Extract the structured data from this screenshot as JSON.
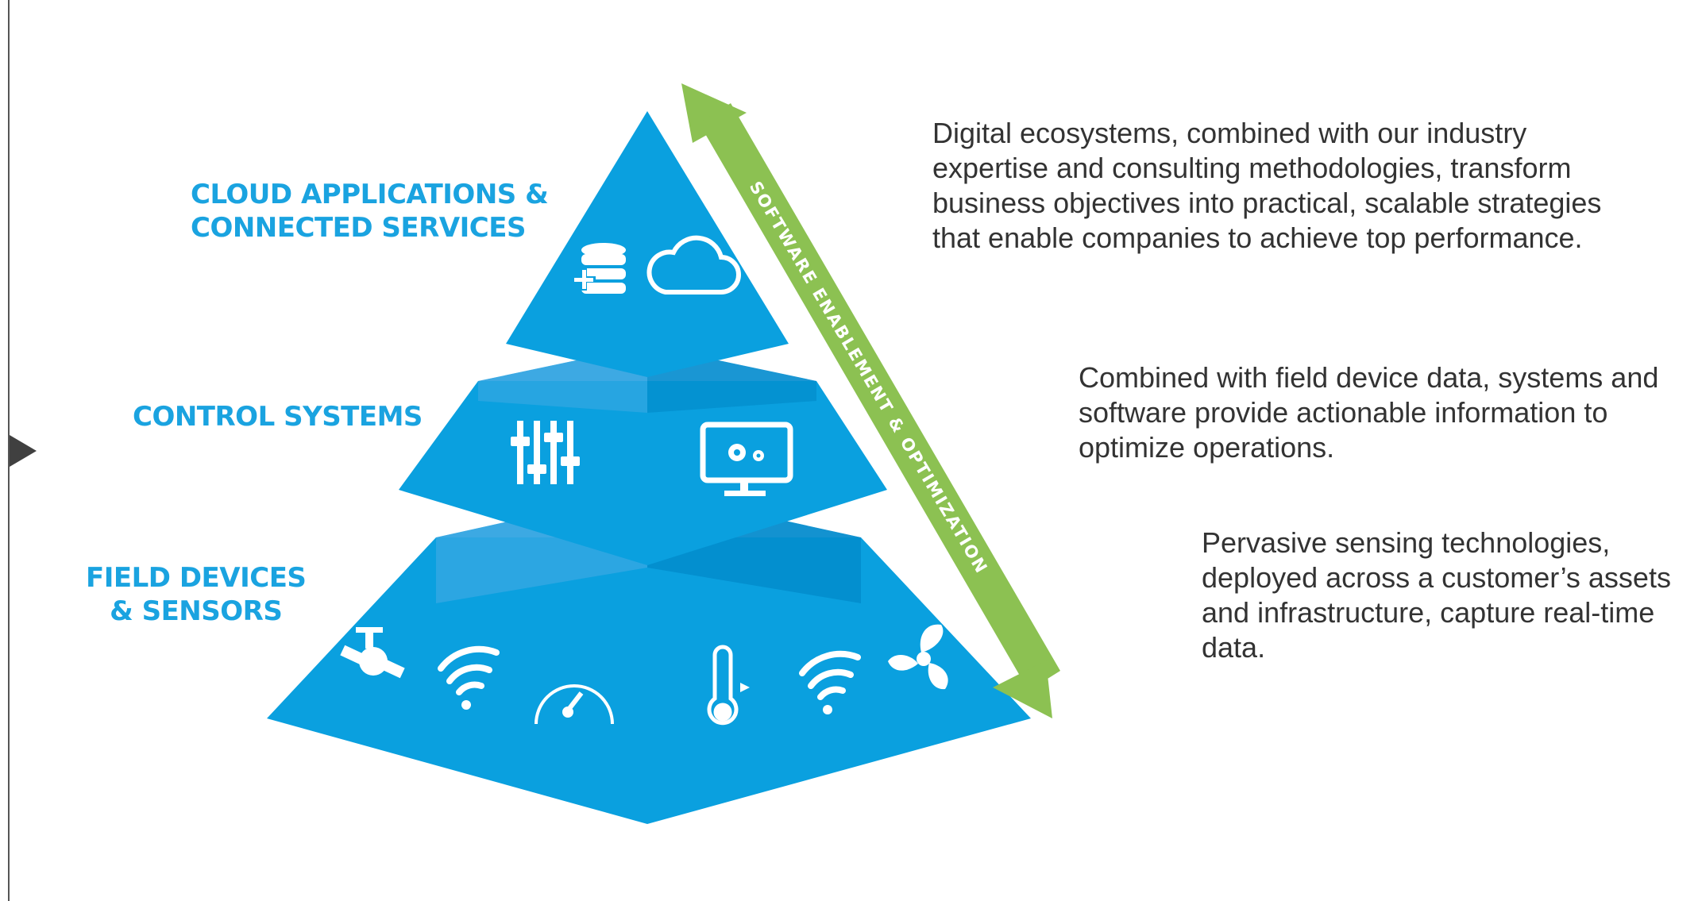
{
  "tiers": [
    {
      "name": "cloud",
      "label": "CLOUD APPLICATIONS &\nCONNECTED SERVICES",
      "icons": [
        "database-add-icon",
        "cloud-icon"
      ]
    },
    {
      "name": "control",
      "label": "CONTROL SYSTEMS",
      "icons": [
        "sliders-icon",
        "monitor-gears-icon"
      ]
    },
    {
      "name": "field",
      "label": "FIELD DEVICES\n& SENSORS",
      "icons": [
        "valve-icon",
        "wifi-icon",
        "gauge-icon",
        "thermometer-icon",
        "wifi-icon",
        "fan-icon"
      ]
    }
  ],
  "arrow_label": "SOFTWARE ENABLEMENT & OPTIMIZATION",
  "descriptions": {
    "cloud": "Digital ecosystems, combined with our industry expertise and consulting methodologies, transform business objectives into practical, scalable strategies that enable companies to achieve top performance.",
    "control": "Combined with field device data, systems and software provide actionable information to optimize operations.",
    "field": "Pervasive sensing technologies, deployed across a customer’s assets and infrastructure, capture real-time data."
  },
  "colors": {
    "pyramid_face": "#0aa0df",
    "pyramid_dark": "#0088c8",
    "pyramid_light": "#41abe3",
    "label": "#1aa3e0",
    "arrow": "#8cc152",
    "text": "#333333"
  }
}
